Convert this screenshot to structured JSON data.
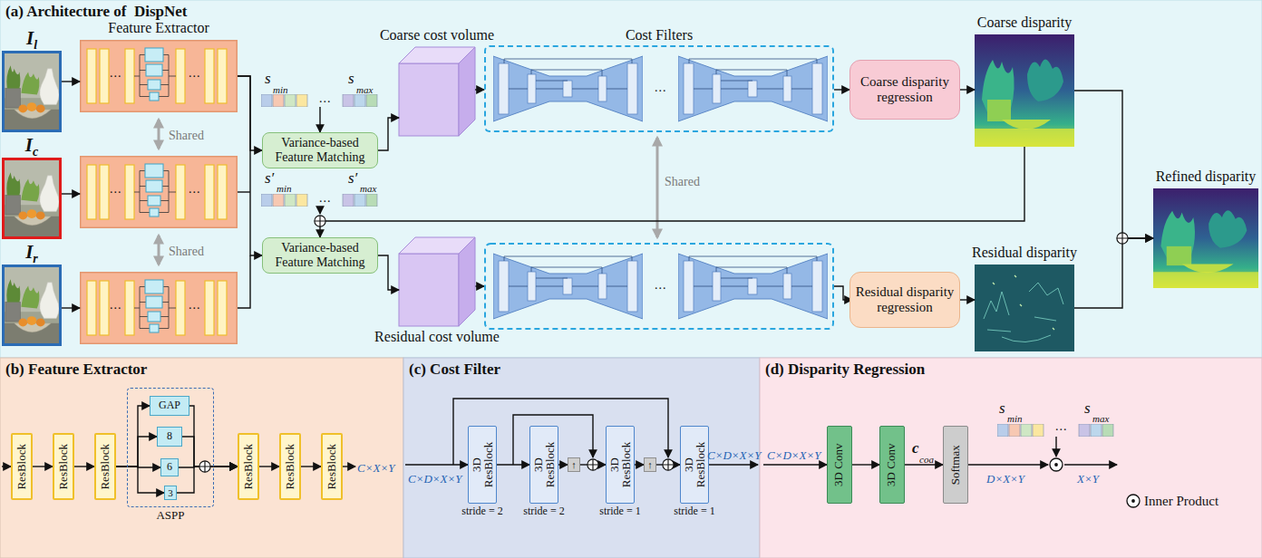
{
  "diagram": {
    "nodes": [
      {
        "text": [
          "(a) Architecture of  DispNet"
        ]
      },
      {
        "text": [
          "I",
          "l"
        ],
        "in": 0
      },
      {
        "text": [
          "I",
          "c"
        ],
        "in": 0
      },
      {
        "text": [
          "I",
          "r"
        ],
        "in": 0
      },
      {
        "text": [
          "Feature Extractor"
        ],
        "in": 0
      },
      {
        "text": [
          "Variance-based Feature Matching"
        ],
        "in": 0
      },
      {
        "text": [
          "Coarse cost volume"
        ],
        "in": 0
      },
      {
        "text": [
          "Cost Filters"
        ],
        "in": 0
      },
      {
        "text": [
          "Coarse disparity regression"
        ],
        "in": 0
      },
      {
        "text": [
          "Coarse disparity"
        ],
        "in": 0
      },
      {
        "text": [
          "Refined disparity"
        ],
        "in": 0
      },
      {
        "text": [
          "Variance-based Feature Matching"
        ],
        "in": 0
      },
      {
        "text": [
          "Residual cost volume"
        ],
        "in": 0
      },
      {
        "text": [
          "Residual disparity regression"
        ],
        "in": 0
      },
      {
        "text": [
          "Residual disparity"
        ],
        "in": 0
      },
      {
        "text": [
          "(b) Feature Extractor"
        ]
      },
      {
        "text": [
          "ResBlock"
        ],
        "in": 15
      },
      {
        "text": [
          "ResBlock"
        ],
        "in": 15
      },
      {
        "text": [
          "ResBlock"
        ],
        "in": 15
      },
      {
        "text": [
          "ASPP"
        ],
        "in": 15
      },
      {
        "text": [
          "GAP"
        ],
        "in": 19
      },
      {
        "text": [
          "8"
        ],
        "in": 19
      },
      {
        "text": [
          "6"
        ],
        "in": 19
      },
      {
        "text": [
          "3"
        ],
        "in": 19
      },
      {
        "text": [
          "ResBlock"
        ],
        "in": 15
      },
      {
        "text": [
          "ResBlock"
        ],
        "in": 15
      },
      {
        "text": [
          "ResBlock"
        ],
        "in": 15
      },
      {
        "text": [
          "(c) Cost Filter"
        ]
      },
      {
        "text": [
          "3D ResBlock",
          "stride = 2"
        ],
        "in": 27
      },
      {
        "text": [
          "3D ResBlock",
          "stride = 2"
        ],
        "in": 27
      },
      {
        "text": [
          "↑"
        ],
        "in": 27
      },
      {
        "text": [
          "3D ResBlock",
          "stride = 1"
        ],
        "in": 27
      },
      {
        "text": [
          "↑"
        ],
        "in": 27
      },
      {
        "text": [
          "3D ResBlock",
          "stride = 1"
        ],
        "in": 27
      },
      {
        "text": [
          "(d) Disparity Regression"
        ]
      },
      {
        "text": [
          "3D Conv"
        ],
        "in": 34
      },
      {
        "text": [
          "3D Conv"
        ],
        "in": 34
      },
      {
        "text": [
          "Softmax"
        ],
        "in": 34
      }
    ],
    "edges": [
      {
        "from": 1,
        "to": 4,
        "arrow": "to"
      },
      {
        "from": 4,
        "to": 5,
        "arrow": "to"
      },
      {
        "from": 4,
        "to": 11,
        "arrow": "to"
      },
      {
        "from": 5,
        "to": 6,
        "arrow": "to"
      },
      {
        "from": 6,
        "to": 7,
        "arrow": "to"
      },
      {
        "from": 7,
        "to": 8,
        "arrow": "to"
      },
      {
        "from": 8,
        "to": 9,
        "arrow": "to"
      },
      {
        "from": 9,
        "to": 10,
        "arrow": "to"
      },
      {
        "from": 9,
        "to": 11,
        "arrow": "to"
      },
      {
        "from": 11,
        "to": 12,
        "arrow": "to"
      },
      {
        "from": 13,
        "to": 14,
        "arrow": "to"
      },
      {
        "from": 14,
        "to": 10,
        "arrow": "to"
      },
      {
        "from": 16,
        "to": 17,
        "arrow": "to"
      },
      {
        "from": 17,
        "to": 18,
        "arrow": "to"
      },
      {
        "from": 18,
        "to": 20,
        "arrow": "to"
      },
      {
        "from": 18,
        "to": 21,
        "arrow": "to"
      },
      {
        "from": 18,
        "to": 22,
        "arrow": "to"
      },
      {
        "from": 18,
        "to": 23,
        "arrow": "to"
      },
      {
        "from": 20,
        "to": 24,
        "arrow": "to"
      },
      {
        "from": 21,
        "to": 24,
        "arrow": "to"
      },
      {
        "from": 22,
        "to": 24,
        "arrow": "to"
      },
      {
        "from": 23,
        "to": 24,
        "arrow": "to"
      },
      {
        "from": 24,
        "to": 25,
        "arrow": "to"
      },
      {
        "from": 25,
        "to": 26,
        "arrow": "to"
      },
      {
        "from": 28,
        "to": 29,
        "arrow": "to"
      },
      {
        "from": 29,
        "to": 30,
        "arrow": "to"
      },
      {
        "from": 30,
        "to": 31,
        "arrow": "to"
      },
      {
        "from": 31,
        "to": 32,
        "arrow": "to"
      },
      {
        "from": 32,
        "to": 33,
        "arrow": "to"
      },
      {
        "from": 35,
        "to": 36,
        "arrow": "to"
      },
      {
        "from": 36,
        "to": 37,
        "arrow": "to"
      }
    ],
    "labels": [
      "s",
      "min",
      "...",
      "s",
      "max",
      "Shared",
      "Shared",
      "Shared",
      "s′",
      "min",
      "...",
      "s′",
      "max",
      "...",
      "...",
      "...",
      "...",
      "...",
      "...",
      "...",
      "...",
      "C×X×Y",
      "C×D×X×Y",
      "C×D×X×Y",
      "C×D×X×Y",
      "c",
      "coa",
      "s",
      "min",
      "...",
      "s",
      "max",
      "D×X×Y",
      "X×Y"
    ],
    "legend": [
      {
        "text": "Inner Product"
      }
    ]
  }
}
